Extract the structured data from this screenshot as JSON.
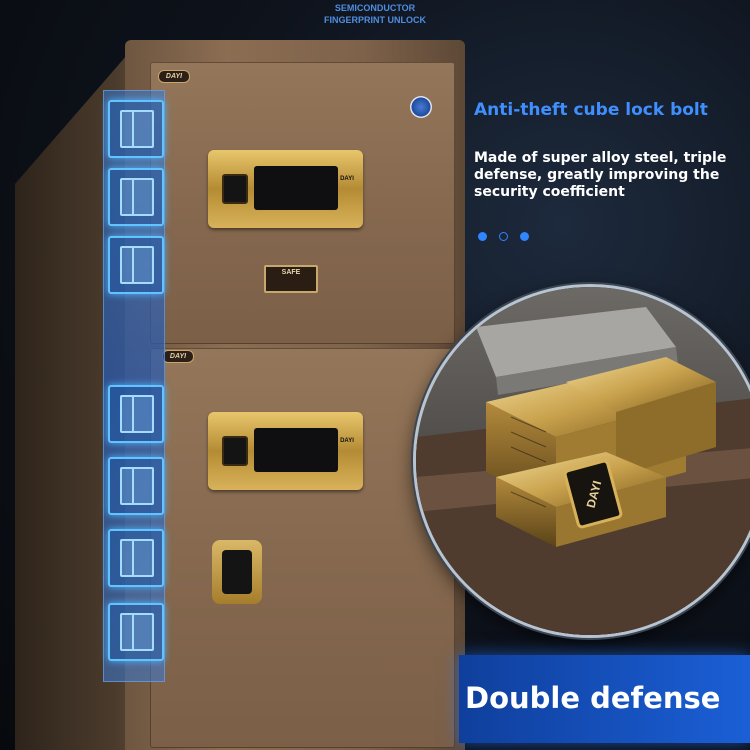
{
  "header": {
    "top_label_line1": "SEMICONDUCTOR",
    "top_label_line2": "FINGERPRINT UNLOCK"
  },
  "product": {
    "brand_upper": "DAYI",
    "brand_lower": "DAYI",
    "plate_line1": "SAFE",
    "panel_logo": "DAYI",
    "zoom_logo": "DAYI"
  },
  "feature": {
    "title": "Anti-theft cube lock bolt",
    "description": "Made of super alloy steel, triple defense, greatly improving the security coefficient"
  },
  "carousel": {
    "count": 3,
    "active_index": 0
  },
  "banner": {
    "text": "Double defense"
  },
  "colors": {
    "accent": "#2f86ff",
    "bolt_highlight": "#61c4ff",
    "banner": "#1b5fd6",
    "gold": "#d8b25a"
  }
}
